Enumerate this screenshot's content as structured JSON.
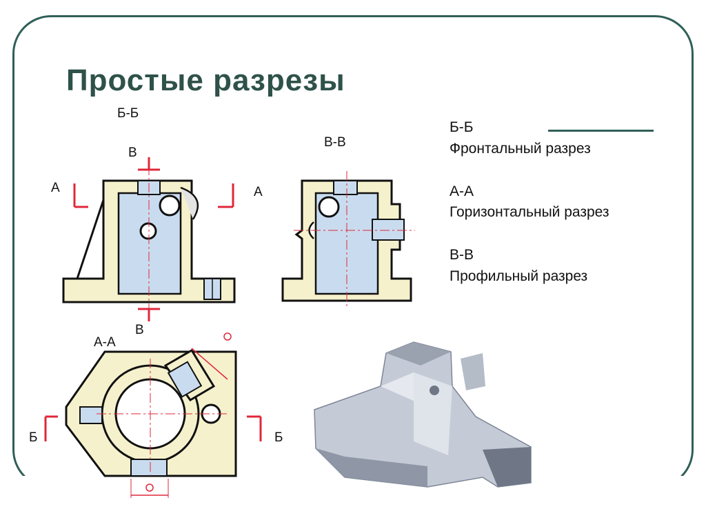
{
  "title": "Простые разрезы",
  "section_labels": {
    "front_view": "Б-Б",
    "side_view": "В-В",
    "top_view": "А-А",
    "cut_v_top": "В",
    "cut_v_bottom": "В",
    "cut_a_left": "А",
    "cut_a_right": "А",
    "cut_b_left": "Б",
    "cut_b_right": "Б"
  },
  "legend": [
    {
      "code": "Б-Б",
      "name": "Фронтальный разрез"
    },
    {
      "code": "А-А",
      "name": "Горизонтальный разрез"
    },
    {
      "code": "В-В",
      "name": "Профильный разрез"
    }
  ],
  "colors": {
    "frame": "#2f5f57",
    "title": "#2e5249",
    "section_fill": "#f5f1cc",
    "bore_fill": "#c9dcef",
    "cut_arrow": "#e0273a",
    "outline": "#111111"
  }
}
